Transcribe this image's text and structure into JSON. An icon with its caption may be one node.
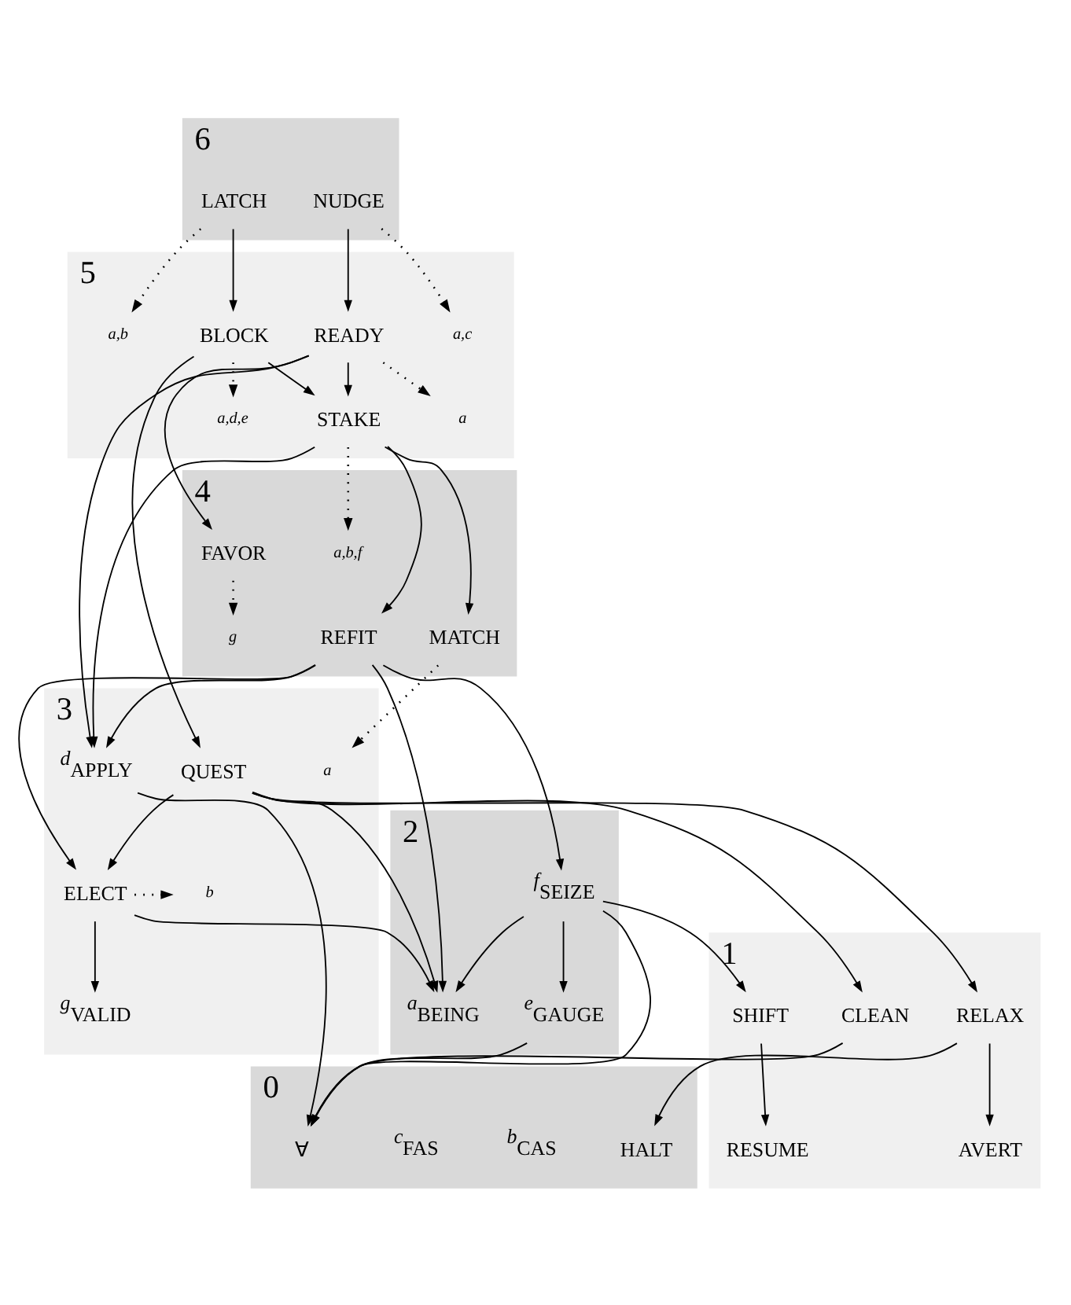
{
  "diagram": {
    "nodes": [
      {
        "text": [
          "6"
        ]
      },
      {
        "text": [
          "NUDGE"
        ],
        "in": 0
      },
      {
        "text": [
          "LATCH"
        ],
        "in": 0
      },
      {
        "text": [
          "5"
        ]
      },
      {
        "text": [
          "a,c"
        ],
        "in": 3
      },
      {
        "text": [
          "a,b"
        ],
        "in": 3
      },
      {
        "text": [
          "READY"
        ],
        "in": 3
      },
      {
        "text": [
          "BLOCK"
        ],
        "in": 3
      },
      {
        "text": [
          "a"
        ],
        "in": 3
      },
      {
        "text": [
          "STAKE"
        ],
        "in": 3
      },
      {
        "text": [
          "a,d,e"
        ],
        "in": 3
      },
      {
        "text": [
          "4"
        ]
      },
      {
        "text": [
          "a,b,f"
        ],
        "in": 11
      },
      {
        "text": [
          "FAVOR"
        ],
        "in": 11
      },
      {
        "text": [
          "g"
        ],
        "in": 11
      },
      {
        "text": [
          "REFIT"
        ],
        "in": 11
      },
      {
        "text": [
          "MATCH"
        ],
        "in": 11
      },
      {
        "text": [
          "3"
        ]
      },
      {
        "text": [
          "a"
        ],
        "in": 17
      },
      {
        "text": [
          "$^{d}$APPLY"
        ],
        "in": 17
      },
      {
        "text": [
          "QUEST"
        ],
        "in": 17
      },
      {
        "text": [
          "ELECT"
        ],
        "in": 17
      },
      {
        "text": [
          "b"
        ],
        "in": 17
      },
      {
        "text": [
          "$^{g}$VALID"
        ],
        "in": 17
      },
      {
        "text": [
          "2"
        ]
      },
      {
        "text": [
          "$^{f}$SEIZE"
        ],
        "in": 24
      },
      {
        "text": [
          "$^{e}$GAUGE"
        ],
        "in": 24
      },
      {
        "text": [
          "$^{a}$BEING"
        ],
        "in": 24
      },
      {
        "text": [
          "1"
        ]
      },
      {
        "text": [
          "SHIFT"
        ],
        "in": 28
      },
      {
        "text": [
          "CLEAN"
        ],
        "in": 28
      },
      {
        "text": [
          "RELAX"
        ],
        "in": 28
      },
      {
        "text": [
          "RESUME"
        ],
        "in": 28
      },
      {
        "text": [
          "AVERT"
        ],
        "in": 28
      },
      {
        "text": [
          "0"
        ]
      },
      {
        "text": [
          "∀"
        ],
        "in": 34
      },
      {
        "text": [
          "$^{b}$CAS"
        ],
        "in": 34
      },
      {
        "text": [
          "$^{c}$FAS"
        ],
        "in": 34
      },
      {
        "text": [
          "HALT"
        ],
        "in": 34
      }
    ],
    "edges": [
      {
        "from": 1,
        "to": 6,
        "arrow": "to"
      },
      {
        "from": 1,
        "to": 4,
        "arrow": "to",
        "style": "dashed"
      },
      {
        "from": 2,
        "to": 5,
        "arrow": "to",
        "style": "dashed"
      },
      {
        "from": 2,
        "to": 7,
        "arrow": "to"
      },
      {
        "from": 6,
        "to": 9,
        "arrow": "to"
      },
      {
        "from": 6,
        "to": 8,
        "arrow": "to",
        "style": "dashed"
      },
      {
        "from": 6,
        "to": 13,
        "arrow": "to"
      },
      {
        "from": 6,
        "to": 19,
        "arrow": "to"
      },
      {
        "from": 7,
        "to": 9,
        "arrow": "to"
      },
      {
        "from": 7,
        "to": 10,
        "arrow": "to",
        "style": "dashed"
      },
      {
        "from": 7,
        "to": 20,
        "arrow": "to"
      },
      {
        "from": 9,
        "to": 12,
        "arrow": "to",
        "style": "dashed"
      },
      {
        "from": 9,
        "to": 19,
        "arrow": "to"
      },
      {
        "from": 9,
        "to": 15,
        "arrow": "to"
      },
      {
        "from": 9,
        "to": 16,
        "arrow": "to"
      },
      {
        "from": 13,
        "to": 14,
        "arrow": "to",
        "style": "dashed"
      },
      {
        "from": 16,
        "to": 18,
        "arrow": "to",
        "style": "dashed"
      },
      {
        "from": 15,
        "to": 19,
        "arrow": "to"
      },
      {
        "from": 15,
        "to": 25,
        "arrow": "to"
      },
      {
        "from": 15,
        "to": 27,
        "arrow": "to"
      },
      {
        "from": 15,
        "to": 21,
        "arrow": "to"
      },
      {
        "from": 20,
        "to": 21,
        "arrow": "to"
      },
      {
        "from": 20,
        "to": 27,
        "arrow": "to"
      },
      {
        "from": 20,
        "to": 30,
        "arrow": "to"
      },
      {
        "from": 20,
        "to": 31,
        "arrow": "to"
      },
      {
        "from": 21,
        "to": 23,
        "arrow": "to"
      },
      {
        "from": 21,
        "to": 22,
        "arrow": "to",
        "style": "dashed"
      },
      {
        "from": 21,
        "to": 27,
        "arrow": "to"
      },
      {
        "from": 19,
        "to": 35,
        "arrow": "to"
      },
      {
        "from": 25,
        "to": 26,
        "arrow": "to"
      },
      {
        "from": 25,
        "to": 27,
        "arrow": "to"
      },
      {
        "from": 25,
        "to": 29,
        "arrow": "to"
      },
      {
        "from": 25,
        "to": 35,
        "arrow": "to"
      },
      {
        "from": 26,
        "to": 35,
        "arrow": "to"
      },
      {
        "from": 29,
        "to": 32,
        "arrow": "to"
      },
      {
        "from": 30,
        "to": 35,
        "arrow": "to"
      },
      {
        "from": 31,
        "to": 33,
        "arrow": "to"
      },
      {
        "from": 31,
        "to": 38,
        "arrow": "to"
      }
    ]
  }
}
